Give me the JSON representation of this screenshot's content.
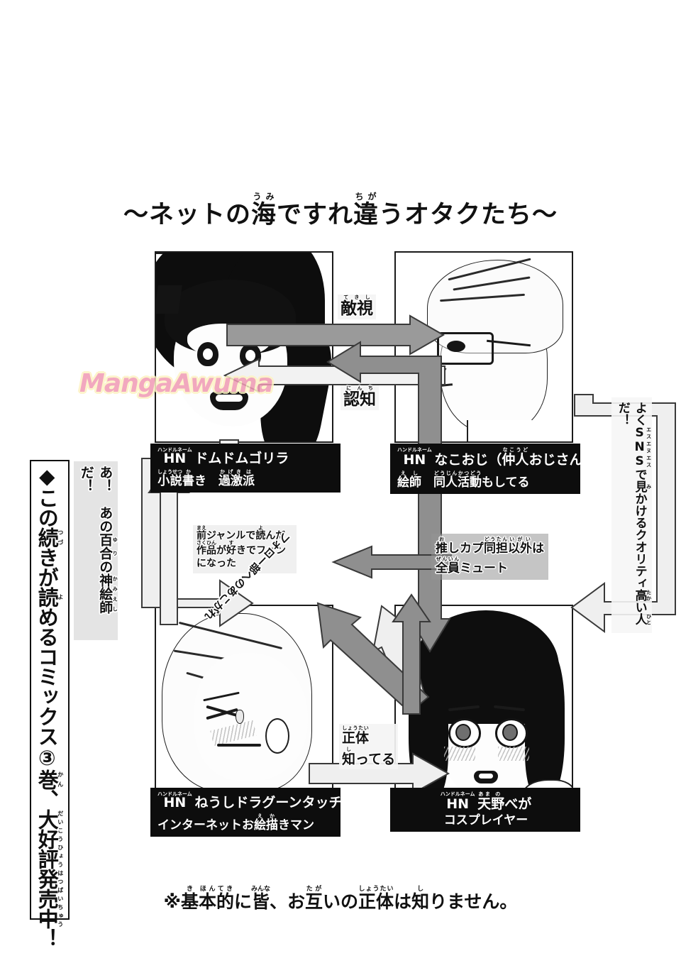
{
  "page": {
    "title_plain": "〜ネットの海ですれ違うオタクたち〜",
    "footnote_plain": "※基本的に皆、お互いの正体は知りません。",
    "watermark": "MangaAwuma"
  },
  "title": {
    "seg1": "〜ネットの",
    "umi_base": "海",
    "umi_ruby": "うみ",
    "seg2": "ですれ",
    "chiga_base": "違",
    "chiga_ruby": "ちが",
    "seg3": "うオタクたち〜"
  },
  "characters": [
    {
      "id": "domdom-gorilla",
      "position": "top-left",
      "hn_label": "HN",
      "hn_ruby": "ハンドルネーム",
      "handle": "ドムドムゴリラ",
      "role_line_plain": "小説書き　過激派",
      "role_parts": [
        {
          "base": "小説",
          "ruby": "しょうせつ"
        },
        {
          "base": "書",
          "ruby": "か"
        },
        {
          "base": "き　",
          "ruby": ""
        },
        {
          "base": "過激",
          "ruby": "かげき"
        },
        {
          "base": "派",
          "ruby": "は"
        }
      ]
    },
    {
      "id": "nakooji",
      "position": "top-right",
      "hn_label": "HN",
      "hn_ruby": "ハンドルネーム",
      "handle_plain": "なこおじ（仲人おじさん）",
      "handle_parts": [
        {
          "base": "なこおじ（",
          "ruby": ""
        },
        {
          "base": "仲人",
          "ruby": "なこうど"
        },
        {
          "base": "おじさん）",
          "ruby": ""
        }
      ],
      "role_line_plain": "絵師　同人活動もしてる",
      "role_parts": [
        {
          "base": "絵",
          "ruby": "え"
        },
        {
          "base": "師",
          "ruby": "し"
        },
        {
          "base": "　",
          "ruby": ""
        },
        {
          "base": "同人活動",
          "ruby": "どうじんかつどう"
        },
        {
          "base": "もしてる",
          "ruby": ""
        }
      ]
    },
    {
      "id": "neushi-dragoon-touch-me",
      "position": "bottom-left",
      "hn_label": "HN",
      "hn_ruby": "ハンドルネーム",
      "handle": "ねうしドラグーンタッチミー",
      "role_line_plain": "インターネットお絵描きマン",
      "role_parts": [
        {
          "base": "インターネットお",
          "ruby": ""
        },
        {
          "base": "絵",
          "ruby": "え"
        },
        {
          "base": "描",
          "ruby": "か"
        },
        {
          "base": "きマン",
          "ruby": ""
        }
      ]
    },
    {
      "id": "amano-vega",
      "position": "bottom-right",
      "hn_label": "HN",
      "hn_ruby": "ハンドルネーム",
      "handle_plain": "天野べが",
      "handle_parts": [
        {
          "base": "天",
          "ruby": "あま"
        },
        {
          "base": "野",
          "ruby": "の"
        },
        {
          "base": "べが",
          "ruby": ""
        }
      ],
      "role_line_plain": "コスプレイヤー",
      "role_parts": [
        {
          "base": "コスプレイヤー",
          "ruby": ""
        }
      ]
    }
  ],
  "relations": [
    {
      "id": "tekishi",
      "from": "domdom-gorilla",
      "to": "nakooji",
      "label_plain": "敵視",
      "base": "敵視",
      "ruby": "てきし"
    },
    {
      "id": "ninchi",
      "from": "nakooji",
      "to": "domdom-gorilla",
      "label_plain": "認知",
      "base": "認知",
      "ruby": "にんち"
    },
    {
      "id": "shoutai-shitteru",
      "from": "neushi-dragoon-touch-me",
      "to": "amano-vega",
      "label_plain": "正体知ってる",
      "line1_base": "正体",
      "line1_ruby": "しょうたい",
      "line2_base": "知",
      "line2_ruby": "し",
      "line2_tail": "ってる"
    },
    {
      "id": "mae-genre",
      "from": "neushi-dragoon-touch-me",
      "to": "domdom-gorilla",
      "label_plain": "前ジャンルで読んだ作品が好きでファンになった",
      "parts": [
        {
          "base": "前",
          "ruby": "まえ"
        },
        {
          "base": "ジャンルで",
          "ruby": ""
        },
        {
          "base": "読",
          "ruby": "よ"
        },
        {
          "base": "んだ",
          "ruby": ""
        },
        {
          "base": "作品",
          "ruby": "さくひん"
        },
        {
          "base": "が",
          "ruby": ""
        },
        {
          "base": "好",
          "ruby": "す"
        },
        {
          "base": "きでファンになった",
          "ruby": ""
        }
      ]
    },
    {
      "id": "oshi-kapu-mute",
      "from": "amano-vega",
      "to": "nakooji",
      "label_plain": "推しカプ同担以外は全員ミュート",
      "line1_parts": [
        {
          "base": "推",
          "ruby": "お"
        },
        {
          "base": "しカプ",
          "ruby": ""
        },
        {
          "base": "同担",
          "ruby": "どうたん"
        },
        {
          "base": "以外",
          "ruby": "いがい"
        },
        {
          "base": "は",
          "ruby": ""
        }
      ],
      "line2_parts": [
        {
          "base": "全員",
          "ruby": "ぜんいん"
        },
        {
          "base": "ミュート",
          "ruby": ""
        }
      ]
    },
    {
      "id": "follow-bu-akogare",
      "from": "neushi-dragoon-touch-me",
      "to": "nakooji",
      "label_plain": "フォロー部へのあこがれ"
    }
  ],
  "callouts": {
    "left": {
      "id": "kami-eshi-callout",
      "plain": "あ！ あの百合の神絵師だ！",
      "parts": [
        {
          "base": "あ！　あの",
          "ruby": ""
        },
        {
          "base": "百合",
          "ruby": "ゆり"
        },
        {
          "base": "の",
          "ruby": ""
        },
        {
          "base": "神絵師",
          "ruby": "かみえし"
        },
        {
          "base": "だ！",
          "ruby": ""
        }
      ]
    },
    "right": {
      "id": "sns-quality-callout",
      "plain": "よくSNSで見かけるクオリティ高い人だ！",
      "parts": [
        {
          "base": "よく",
          "ruby": ""
        },
        {
          "base": "SNS",
          "ruby": "エスエヌエス"
        },
        {
          "base": "で",
          "ruby": ""
        },
        {
          "base": "見",
          "ruby": "み"
        },
        {
          "base": "かけるクオリティ",
          "ruby": ""
        },
        {
          "base": "高",
          "ruby": "たか"
        },
        {
          "base": "い",
          "ruby": ""
        },
        {
          "base": "人",
          "ruby": "ひと"
        },
        {
          "base": "だ！",
          "ruby": ""
        }
      ]
    }
  },
  "promo": {
    "plain": "◆この続きが読めるコミックス③巻、大好評発売中！",
    "parts": [
      {
        "base": "◆この",
        "ruby": ""
      },
      {
        "base": "続",
        "ruby": "つづ"
      },
      {
        "base": "きが",
        "ruby": ""
      },
      {
        "base": "読",
        "ruby": "よ"
      },
      {
        "base": "めるコミックス③",
        "ruby": ""
      },
      {
        "base": "巻",
        "ruby": "かん"
      },
      {
        "base": "、",
        "ruby": ""
      },
      {
        "base": "大好評発売中",
        "ruby": "だいこうひょうはつばいちゅう"
      },
      {
        "base": "！",
        "ruby": ""
      }
    ],
    "volume": "3"
  },
  "footnote": {
    "parts": [
      {
        "base": "※",
        "ruby": ""
      },
      {
        "base": "基",
        "ruby": "き"
      },
      {
        "base": "本的",
        "ruby": "ほんてき"
      },
      {
        "base": "に",
        "ruby": ""
      },
      {
        "base": "皆",
        "ruby": "みんな"
      },
      {
        "base": "、お",
        "ruby": ""
      },
      {
        "base": "互",
        "ruby": "たが"
      },
      {
        "base": "いの",
        "ruby": ""
      },
      {
        "base": "正体",
        "ruby": "しょうたい"
      },
      {
        "base": "は",
        "ruby": ""
      },
      {
        "base": "知",
        "ruby": "し"
      },
      {
        "base": "りません。",
        "ruby": ""
      }
    ]
  },
  "colors": {
    "ink": "#111111",
    "plate_bg": "#0d0d0d",
    "plate_text": "#ffffff",
    "arrow_gray": "#8f8f8f",
    "arrow_light": "#ededed",
    "arrow_outline": "#3a3a3a",
    "watermark_pink": "#f09ab4",
    "watermark_cream": "#fdf3c4",
    "page_bg": "#ffffff"
  }
}
